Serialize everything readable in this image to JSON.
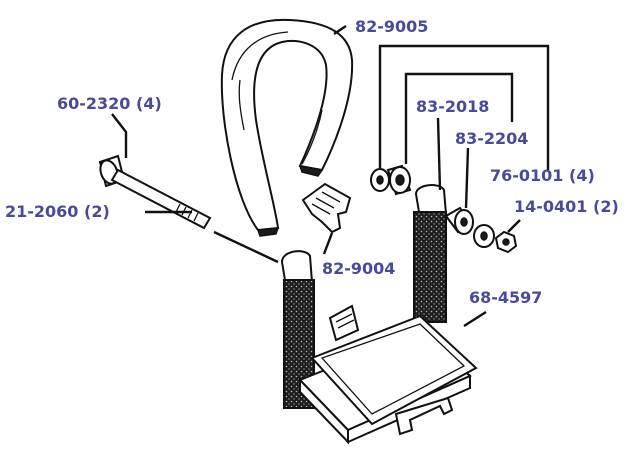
{
  "diagram": {
    "labels": {
      "strap": "82-9005",
      "bolt": "60-2320 (4)",
      "spacer": "21-2060 (2)",
      "bushing_left": "83-2018",
      "bushing_right": "83-2204",
      "washer": "76-0101 (4)",
      "nut": "14-0401 (2)",
      "clip": "82-9004",
      "tray": "68-4597"
    },
    "label_color": "#4a4a9c",
    "line_color": "#111111"
  }
}
